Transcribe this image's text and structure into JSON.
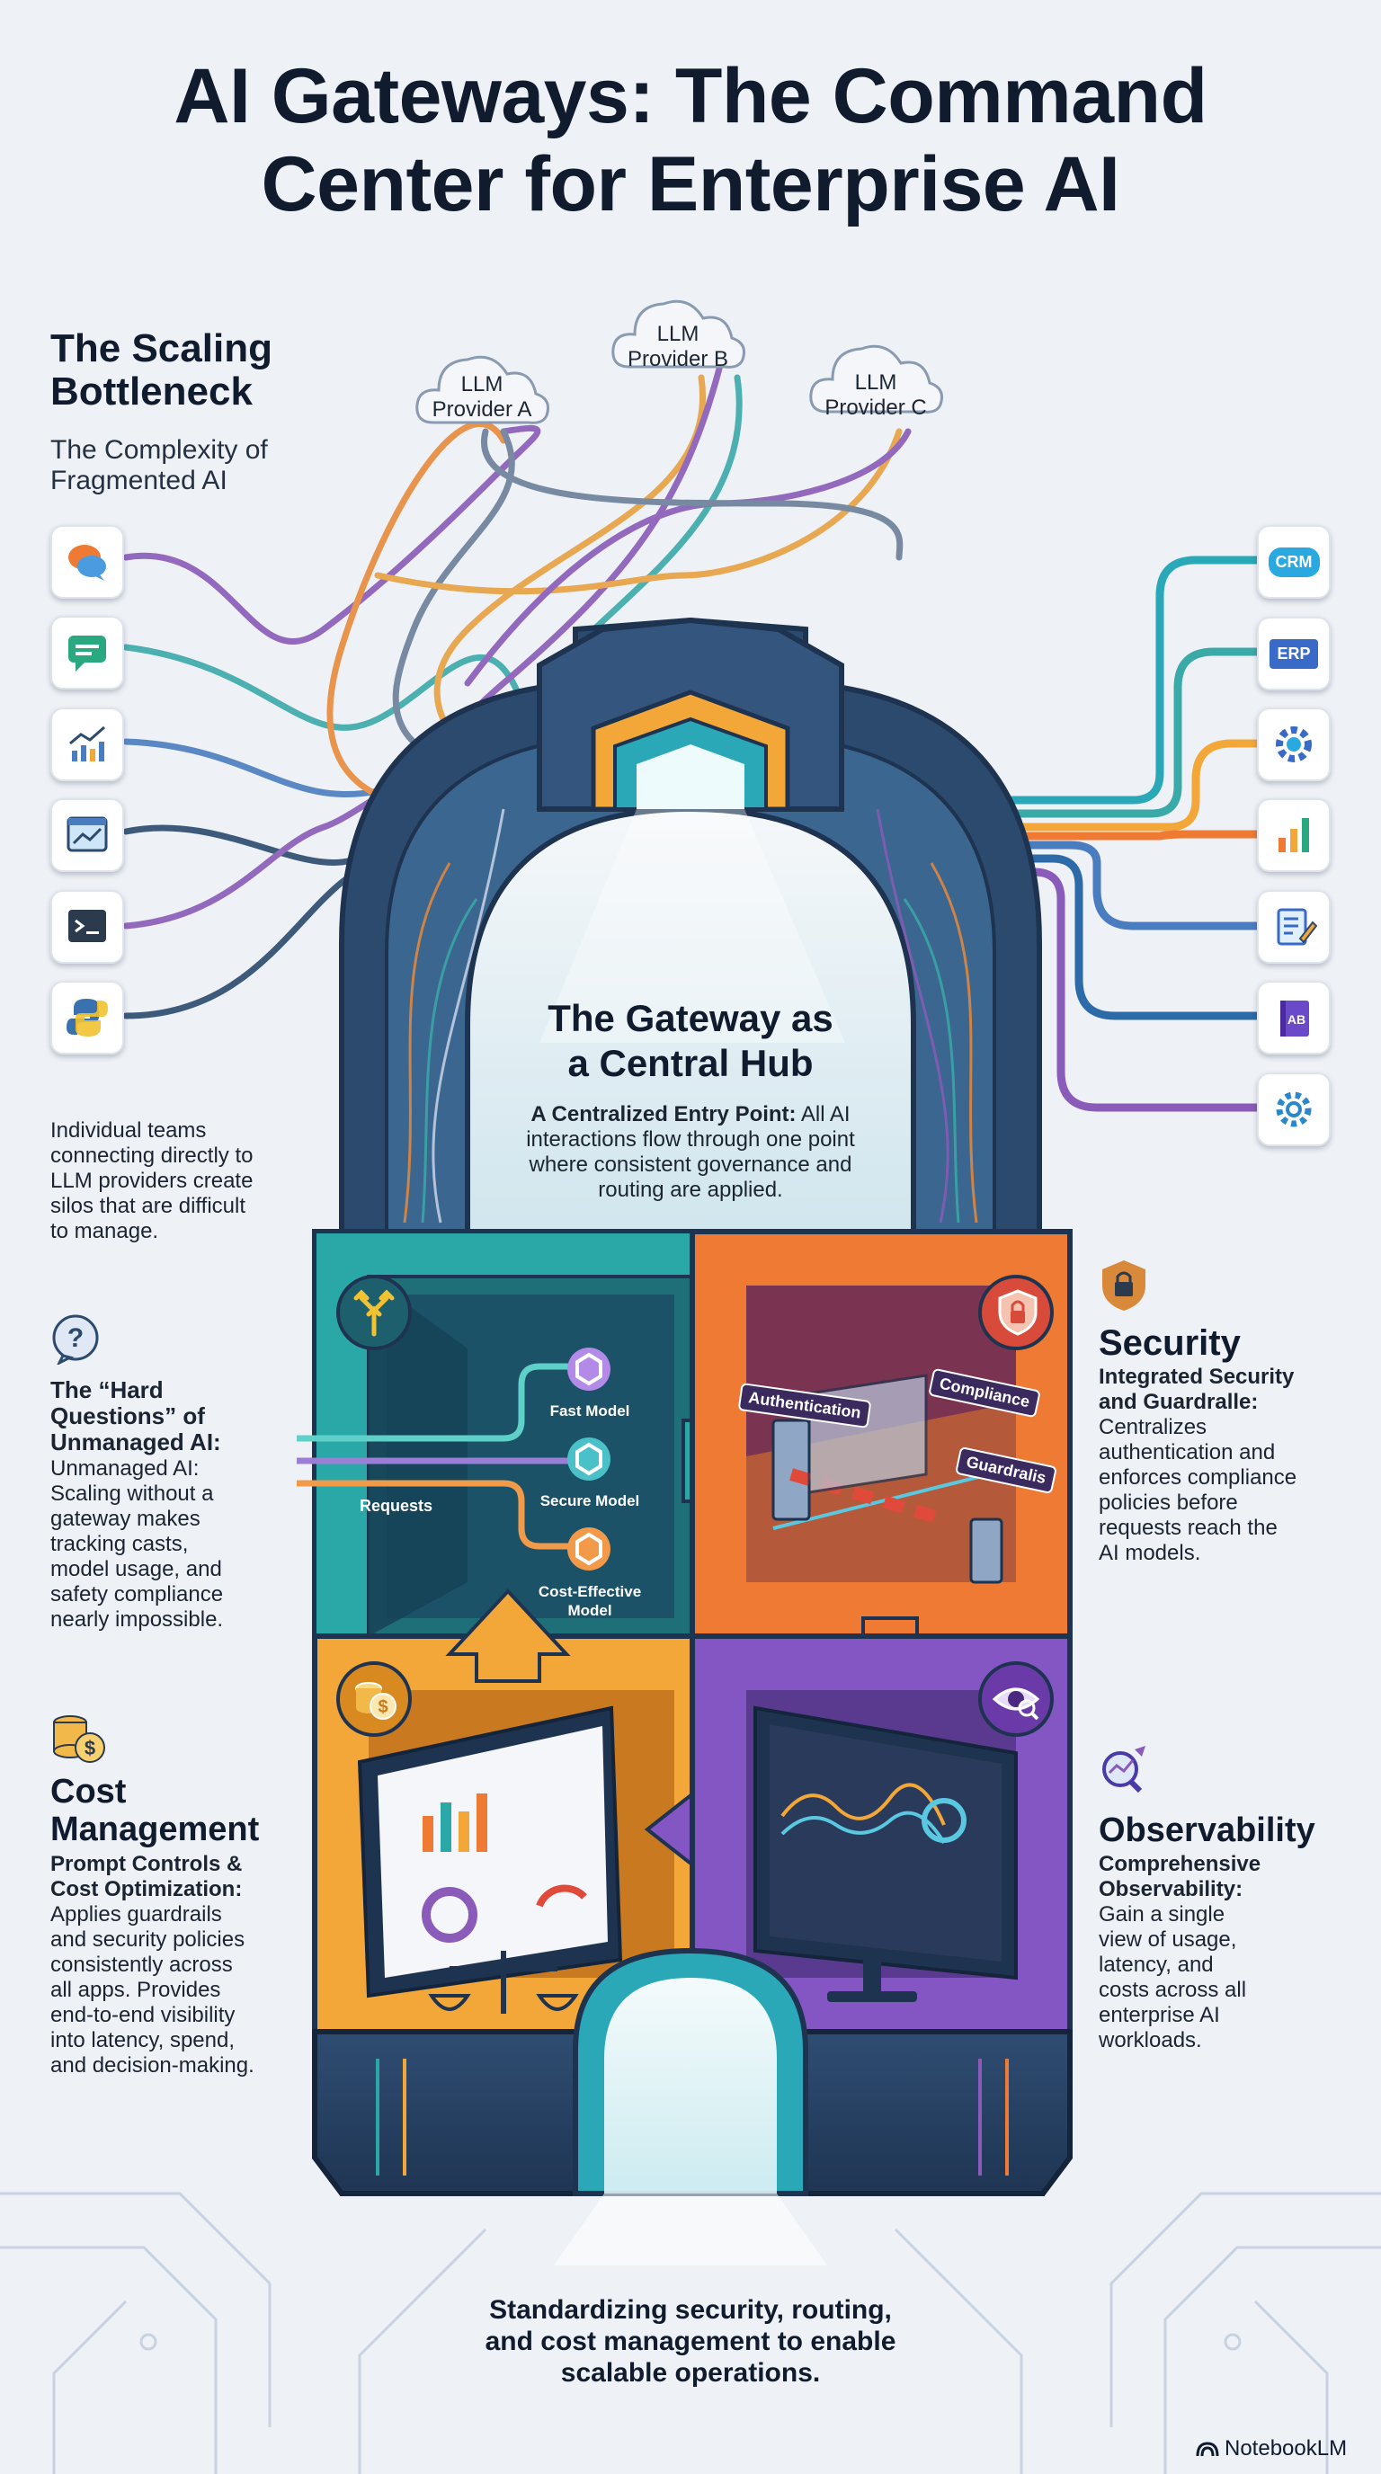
{
  "title_line1": "AI Gateways: The Command",
  "title_line2": "Center for Enterprise AI",
  "clouds": [
    {
      "line1": "LLM",
      "line2": "Provider A"
    },
    {
      "line1": "LLM",
      "line2": "Provider B"
    },
    {
      "line1": "LLM",
      "line2": "Provider C"
    }
  ],
  "scaling": {
    "heading_line1": "The Scaling",
    "heading_line2": "Bottleneck",
    "sub_line1": "The Complexity of",
    "sub_line2": "Fragmented AI",
    "desc": [
      "Individual teams",
      "connecting directly to",
      "LLM providers create",
      "silos that are difficult",
      "to manage."
    ]
  },
  "hard_questions": {
    "heading": [
      "The “Hard",
      "Questions” of",
      "Unmanaged AI:"
    ],
    "desc": [
      "Unmanaged AI:",
      "Scaling without a",
      "gateway makes",
      "tracking casts,",
      "model usage, and",
      "safety compliance",
      "nearly impossible."
    ]
  },
  "hub": {
    "title_line1": "The Gateway as",
    "title_line2": "a Central Hub",
    "lead": "A Centralized Entry Point:",
    "desc_line1": " All AI",
    "desc_rest": [
      "interactions flow through one point",
      "where consistent governance and",
      "routing are applied."
    ]
  },
  "routing": {
    "requests": "Requests",
    "fast": "Fast Model",
    "secure": "Secure Model",
    "cost_line1": "Cost-Effective",
    "cost_line2": "Model"
  },
  "security_panel": {
    "authentication": "Authentication",
    "compliance": "Compliance",
    "guardrails": "Guardralis"
  },
  "security": {
    "heading": "Security",
    "lead": [
      "Integrated Security",
      "and Guardralle:"
    ],
    "desc": [
      "Centralizes",
      "authentication and",
      "enforces compliance",
      "policies before",
      "requests reach the",
      "AI models."
    ]
  },
  "cost": {
    "heading_line1": "Cost",
    "heading_line2": "Management",
    "lead": [
      "Prompt Controls &",
      "Cost Optimization:"
    ],
    "desc": [
      "Applies guardrails",
      "and security policies",
      "consistently across",
      "all apps. Provides",
      "end-to-end visibility",
      "into latency, spend,",
      "and decision-making."
    ]
  },
  "observability": {
    "heading": "Observability",
    "lead": [
      "Comprehensive",
      "Observability:"
    ],
    "desc": [
      "Gain a single",
      "view of usage,",
      "latency, and",
      "costs across all",
      "enterprise AI",
      "workloads."
    ]
  },
  "right_icons": [
    "CRM",
    "ERP"
  ],
  "footer": [
    "Standardizing security, routing,",
    "and cost management to enable",
    "scalable operations."
  ],
  "brand": "NotebookLM",
  "colors": {
    "teal": "#2aa8a8",
    "orange": "#ee7a33",
    "amber": "#f2a738",
    "purple": "#8456c4",
    "navy": "#2c4a6e"
  },
  "icons": [
    "chat-bubbles-icon",
    "message-icon",
    "line-chart-icon",
    "browser-chart-icon",
    "terminal-icon",
    "python-icon",
    "crm-icon",
    "erp-icon",
    "settings-gear-icon",
    "bar-chart-icon",
    "document-edit-icon",
    "book-icon",
    "cog-icon",
    "question-icon",
    "lock-icon",
    "coins-icon",
    "analytics-icon",
    "shield-lock-icon",
    "eye-icon",
    "routing-arrows-icon",
    "ai-model-icon"
  ]
}
